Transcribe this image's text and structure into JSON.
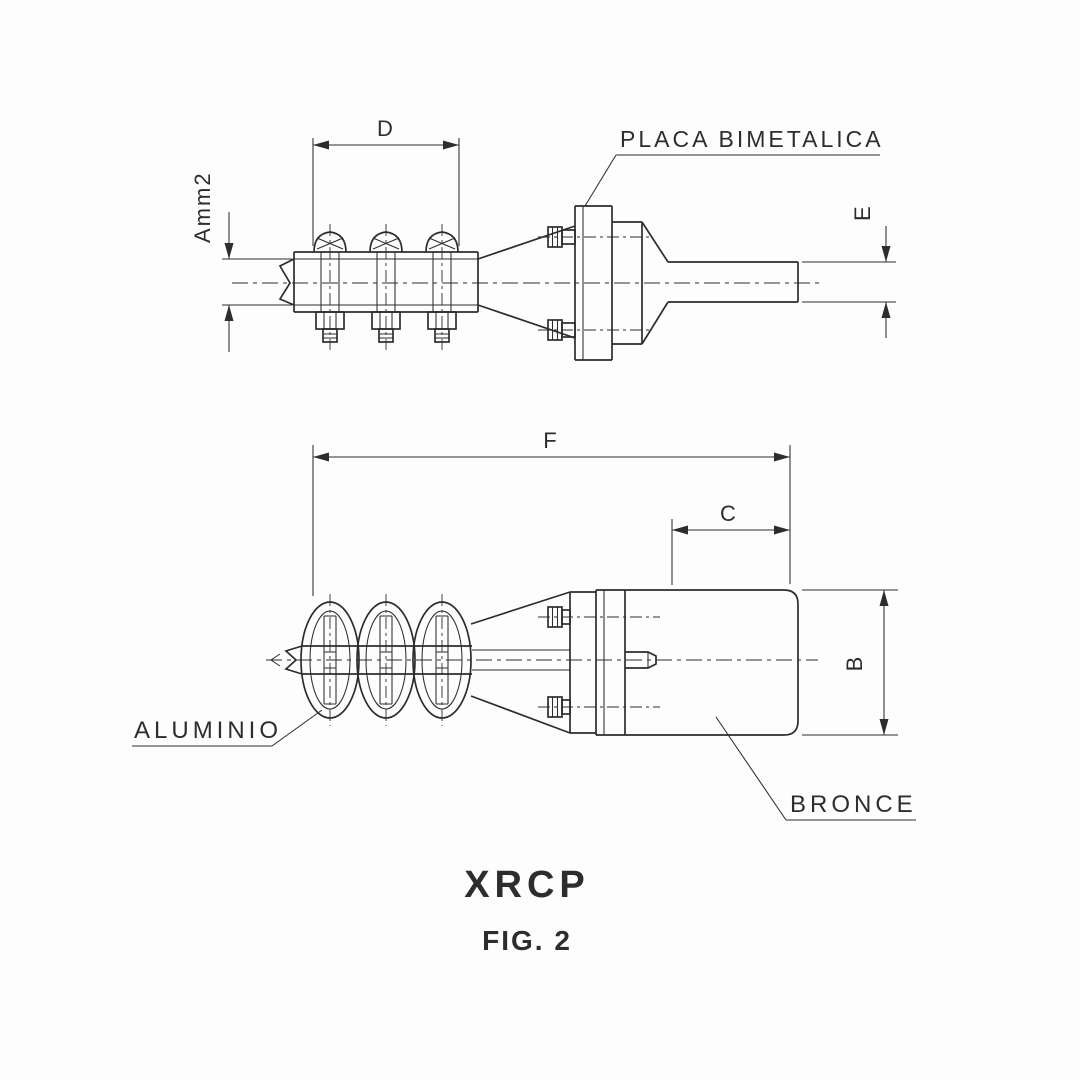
{
  "drawing": {
    "title": "XRCP",
    "figure_label": "FIG. 2",
    "material_labels": {
      "plate": "PLACA BIMETALICA",
      "aluminum": "ALUMINIO",
      "bronze": "BRONCE"
    },
    "dimension_labels": {
      "d": "D",
      "a": "Amm2",
      "e": "E",
      "f": "F",
      "c": "C",
      "b": "B"
    },
    "line_color": "#2d2d2d",
    "background_color": "#fdfdfd"
  }
}
